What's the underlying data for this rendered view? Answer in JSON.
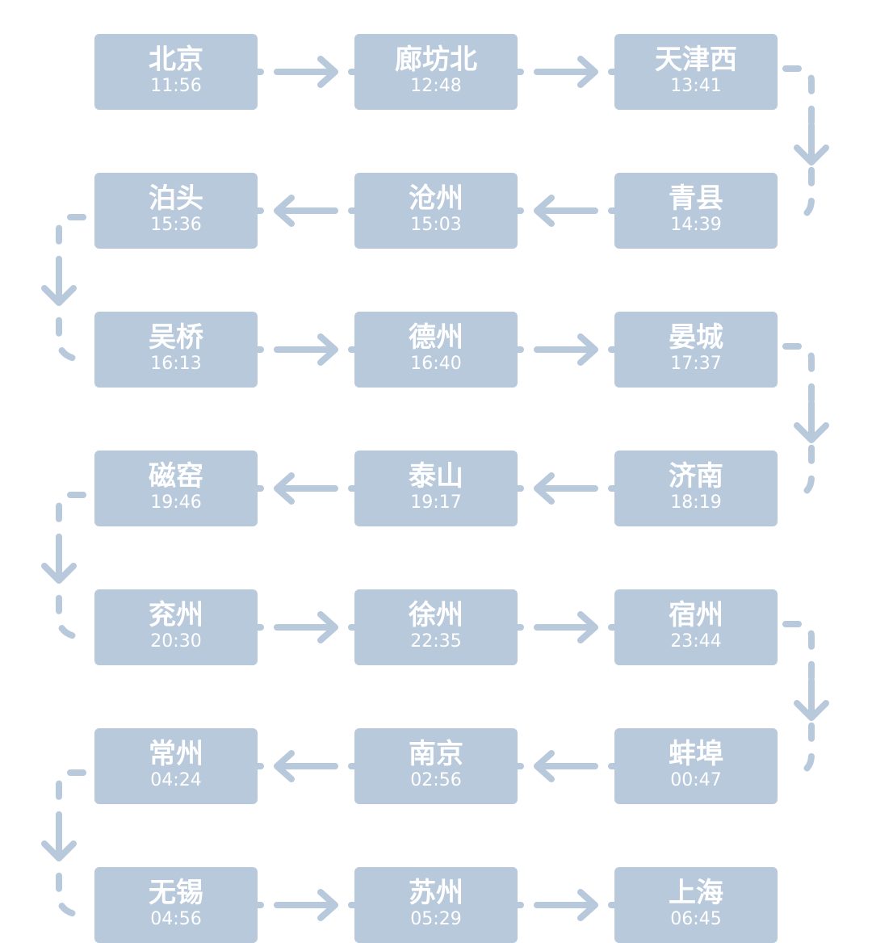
{
  "colors": {
    "box": "#b8c9dc",
    "text": "#ffffff",
    "background": "#ffffff"
  },
  "stations": [
    {
      "name": "北京",
      "time": "11:56"
    },
    {
      "name": "廊坊北",
      "time": "12:48"
    },
    {
      "name": "天津西",
      "time": "13:41"
    },
    {
      "name": "青县",
      "time": "14:39"
    },
    {
      "name": "沧州",
      "time": "15:03"
    },
    {
      "name": "泊头",
      "time": "15:36"
    },
    {
      "name": "吴桥",
      "time": "16:13"
    },
    {
      "name": "德州",
      "time": "16:40"
    },
    {
      "name": "晏城",
      "time": "17:37"
    },
    {
      "name": "济南",
      "time": "18:19"
    },
    {
      "name": "泰山",
      "time": "19:17"
    },
    {
      "name": "磁窑",
      "time": "19:46"
    },
    {
      "name": "兖州",
      "time": "20:30"
    },
    {
      "name": "徐州",
      "time": "22:35"
    },
    {
      "name": "宿州",
      "time": "23:44"
    },
    {
      "name": "蚌埠",
      "time": "00:47"
    },
    {
      "name": "南京",
      "time": "02:56"
    },
    {
      "name": "常州",
      "time": "04:24"
    },
    {
      "name": "无锡",
      "time": "04:56"
    },
    {
      "name": "苏州",
      "time": "05:29"
    },
    {
      "name": "上海",
      "time": "06:45"
    }
  ]
}
